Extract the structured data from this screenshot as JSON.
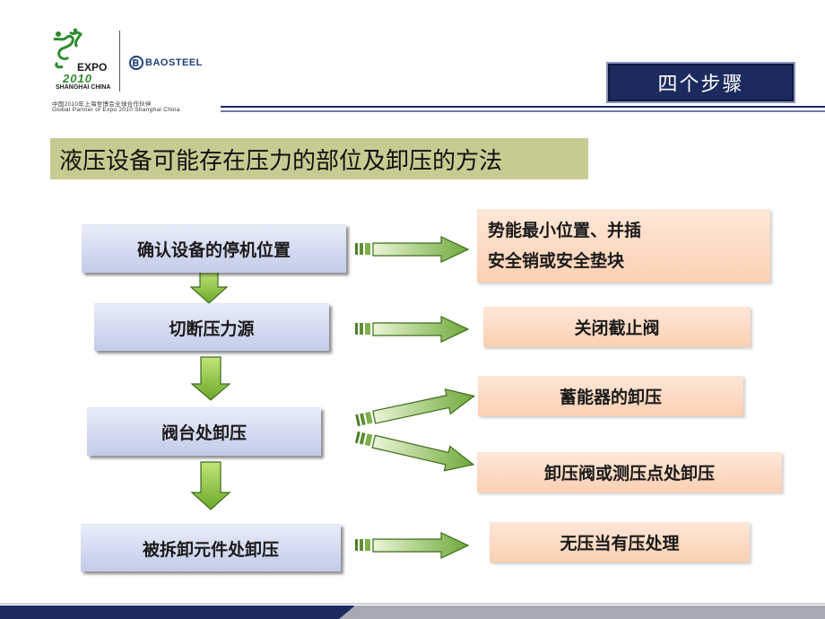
{
  "header": {
    "expo_label": "EXPO",
    "expo_year": "2010",
    "expo_city": "SHANGHAI CHINA",
    "baosteel": "BAOSTEEL",
    "partner_cn": "中国2010年上海世博会全球合作伙伴",
    "partner_en": "Global Partner of Expo 2010 Shanghai China",
    "section_badge": "四个步骤"
  },
  "main": {
    "title": "液压设备可能存在压力的部位及卸压的方法"
  },
  "steps": [
    {
      "label": "确认设备的停机位置"
    },
    {
      "label": "切断压力源"
    },
    {
      "label": "阀台处卸压"
    },
    {
      "label": "被拆卸元件处卸压"
    }
  ],
  "results": [
    {
      "line1": "势能最小位置、并插",
      "line2": "安全销或安全垫块"
    },
    {
      "label": "关闭截止阀"
    },
    {
      "label": "蓄能器的卸压"
    },
    {
      "label": "卸压阀或测压点处卸压"
    },
    {
      "label": "无压当有压处理"
    }
  ],
  "colors": {
    "navy": "#1c2a5e",
    "title_band": "#c7cb92",
    "step_box": "#c2cbe9",
    "result_box": "#fbd0b2",
    "arrow_green": "#8bc43c"
  },
  "icons": [
    "expo-logo-icon",
    "baosteel-logo-icon",
    "down-arrow-icon",
    "right-arrow-icon"
  ]
}
